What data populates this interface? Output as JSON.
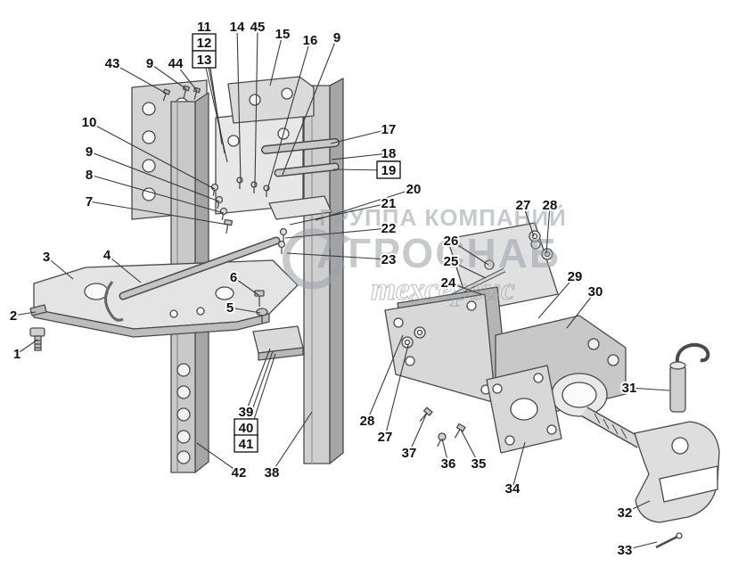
{
  "figure": {
    "background": "#ffffff",
    "line_color": "#4a4a4a",
    "label_color": "#111111",
    "watermark_color": "#9aa0a6"
  },
  "watermark": {
    "line1": "ГРУППА КОМПАНИЙ",
    "line2": "АГРОСНАБ",
    "line3": "техсервис"
  },
  "callouts": [
    {
      "text": "43",
      "style": "plain",
      "label": [
        126,
        71
      ],
      "target": [
        187,
        105
      ]
    },
    {
      "text": "9",
      "style": "plain",
      "label": [
        168,
        71
      ],
      "target": [
        209,
        100
      ]
    },
    {
      "text": "44",
      "style": "plain",
      "label": [
        197,
        71
      ],
      "target": [
        221,
        102
      ]
    },
    {
      "text": "11",
      "style": "underline",
      "label": [
        229,
        30
      ],
      "target": [
        249,
        162
      ]
    },
    {
      "text": "12",
      "style": "box",
      "label": [
        229,
        48
      ],
      "target": [
        252,
        172
      ]
    },
    {
      "text": "13",
      "style": "box",
      "label": [
        229,
        67
      ],
      "target": [
        255,
        182
      ]
    },
    {
      "text": "14",
      "style": "plain",
      "label": [
        266,
        30
      ],
      "target": [
        270,
        204
      ]
    },
    {
      "text": "45",
      "style": "plain",
      "label": [
        289,
        30
      ],
      "target": [
        286,
        209
      ]
    },
    {
      "text": "15",
      "style": "plain",
      "label": [
        317,
        38
      ],
      "target": [
        303,
        96
      ]
    },
    {
      "text": "16",
      "style": "plain",
      "label": [
        348,
        45
      ],
      "target": [
        300,
        213
      ]
    },
    {
      "text": "9",
      "style": "plain",
      "label": [
        378,
        42
      ],
      "target": [
        317,
        196
      ]
    },
    {
      "text": "10",
      "style": "plain",
      "label": [
        100,
        137
      ],
      "target": [
        241,
        212
      ]
    },
    {
      "text": "9",
      "style": "plain",
      "label": [
        100,
        170
      ],
      "target": [
        246,
        226
      ]
    },
    {
      "text": "8",
      "style": "plain",
      "label": [
        100,
        196
      ],
      "target": [
        251,
        239
      ]
    },
    {
      "text": "7",
      "style": "plain",
      "label": [
        100,
        226
      ],
      "target": [
        256,
        252
      ]
    },
    {
      "text": "3",
      "style": "plain",
      "label": [
        52,
        288
      ],
      "target": [
        82,
        313
      ]
    },
    {
      "text": "4",
      "style": "plain",
      "label": [
        120,
        286
      ],
      "target": [
        158,
        317
      ]
    },
    {
      "text": "2",
      "style": "plain",
      "label": [
        15,
        354
      ],
      "target": [
        40,
        350
      ]
    },
    {
      "text": "1",
      "style": "plain",
      "label": [
        19,
        397
      ],
      "target": [
        42,
        381
      ]
    },
    {
      "text": "6",
      "style": "plain",
      "label": [
        262,
        311
      ],
      "target": [
        290,
        331
      ]
    },
    {
      "text": "5",
      "style": "plain",
      "label": [
        258,
        345
      ],
      "target": [
        292,
        351
      ]
    },
    {
      "text": "17",
      "style": "plain",
      "label": [
        436,
        145
      ],
      "target": [
        371,
        161
      ]
    },
    {
      "text": "18",
      "style": "underline",
      "label": [
        436,
        172
      ],
      "target": [
        372,
        179
      ]
    },
    {
      "text": "19",
      "style": "box",
      "label": [
        436,
        191
      ],
      "target": [
        374,
        190
      ]
    },
    {
      "text": "20",
      "style": "plain",
      "label": [
        464,
        212
      ],
      "target": [
        354,
        247
      ]
    },
    {
      "text": "21",
      "style": "plain",
      "label": [
        436,
        228
      ],
      "target": [
        325,
        252
      ]
    },
    {
      "text": "22",
      "style": "plain",
      "label": [
        436,
        256
      ],
      "target": [
        320,
        267
      ]
    },
    {
      "text": "23",
      "style": "plain",
      "label": [
        436,
        291
      ],
      "target": [
        322,
        284
      ]
    },
    {
      "text": "27",
      "style": "plain",
      "label": [
        587,
        230
      ],
      "target": [
        599,
        265
      ]
    },
    {
      "text": "28",
      "style": "plain",
      "label": [
        617,
        230
      ],
      "target": [
        613,
        284
      ]
    },
    {
      "text": "26",
      "style": "plain",
      "label": [
        506,
        270
      ],
      "target": [
        548,
        297
      ]
    },
    {
      "text": "25",
      "style": "plain",
      "label": [
        506,
        293
      ],
      "target": [
        545,
        312
      ]
    },
    {
      "text": "24",
      "style": "plain",
      "label": [
        503,
        317
      ],
      "target": [
        540,
        330
      ]
    },
    {
      "text": "29",
      "style": "plain",
      "label": [
        645,
        310
      ],
      "target": [
        604,
        357
      ]
    },
    {
      "text": "30",
      "style": "plain",
      "label": [
        668,
        327
      ],
      "target": [
        636,
        368
      ]
    },
    {
      "text": "31",
      "style": "plain",
      "label": [
        706,
        435
      ],
      "target": [
        751,
        438
      ]
    },
    {
      "text": "32",
      "style": "plain",
      "label": [
        701,
        575
      ],
      "target": [
        729,
        562
      ]
    },
    {
      "text": "33",
      "style": "plain",
      "label": [
        701,
        617
      ],
      "target": [
        737,
        608
      ]
    },
    {
      "text": "34",
      "style": "plain",
      "label": [
        575,
        548
      ],
      "target": [
        589,
        496
      ]
    },
    {
      "text": "35",
      "style": "plain",
      "label": [
        537,
        520
      ],
      "target": [
        517,
        482
      ]
    },
    {
      "text": "36",
      "style": "plain",
      "label": [
        503,
        520
      ],
      "target": [
        496,
        492
      ]
    },
    {
      "text": "37",
      "style": "plain",
      "label": [
        459,
        508
      ],
      "target": [
        479,
        463
      ]
    },
    {
      "text": "27",
      "style": "plain",
      "label": [
        432,
        490
      ],
      "target": [
        458,
        387
      ]
    },
    {
      "text": "28",
      "style": "plain",
      "label": [
        412,
        472
      ],
      "target": [
        452,
        376
      ]
    },
    {
      "text": "38",
      "style": "plain",
      "label": [
        305,
        530
      ],
      "target": [
        350,
        462
      ]
    },
    {
      "text": "42",
      "style": "plain",
      "label": [
        268,
        530
      ],
      "target": [
        221,
        497
      ]
    },
    {
      "text": "39",
      "style": "underline",
      "label": [
        276,
        462
      ],
      "target": [
        303,
        391
      ]
    },
    {
      "text": "40",
      "style": "box",
      "label": [
        276,
        480
      ],
      "target": [
        306,
        394
      ]
    },
    {
      "text": "41",
      "style": "box",
      "label": [
        276,
        498
      ],
      "target": [
        309,
        397
      ]
    }
  ]
}
